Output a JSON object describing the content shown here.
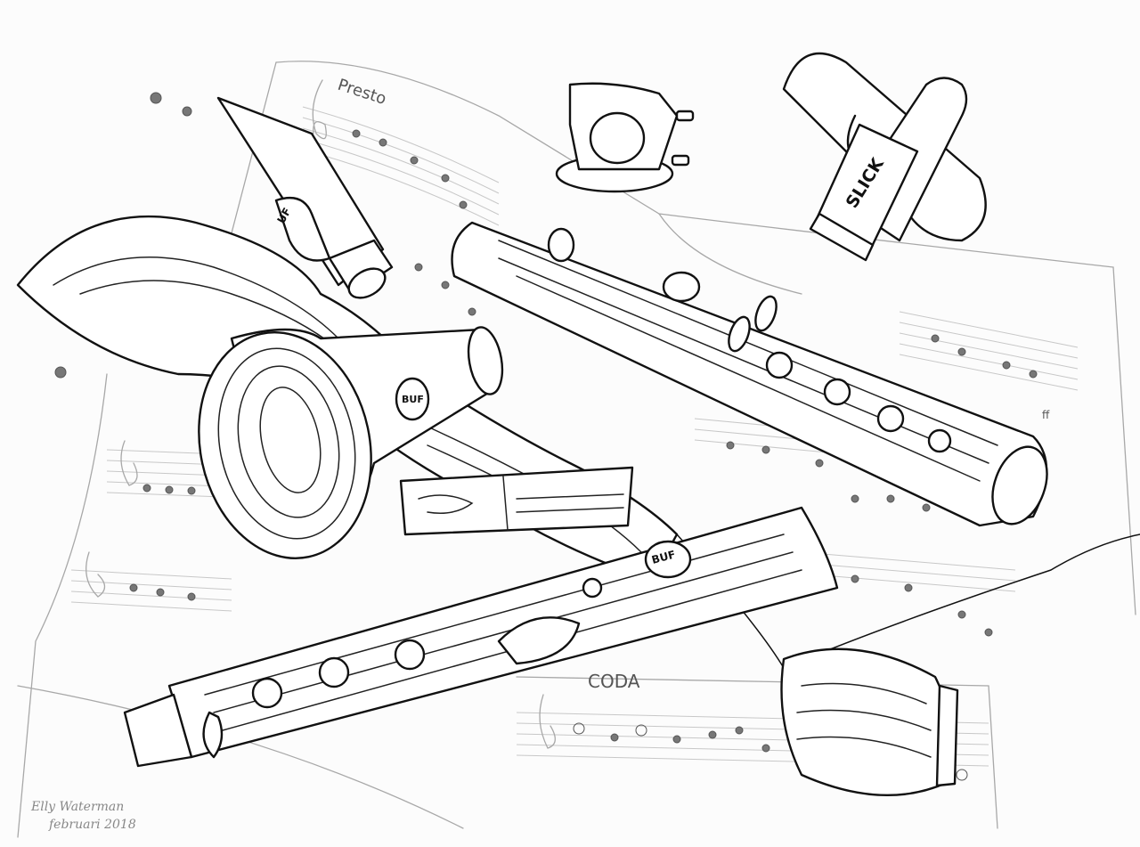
{
  "artwork": {
    "title": "Clarinet parts on sheet music",
    "medium": "pencil and ink line drawing",
    "annotations": {
      "tempo_marking": "Presto",
      "section_marking": "CODA",
      "dynamic_marking": "ff"
    },
    "labels": {
      "bell_brand": "BUF",
      "lower_joint_brand": "BUF",
      "reed_box_brand": "UF",
      "cork_grease_tube": "SLICK"
    },
    "signature": {
      "name": "Elly Waterman",
      "date": "februari 2018"
    },
    "colors": {
      "ink": "#111111",
      "pencil": "#a8a8a8",
      "paper": "#fcfcfc"
    }
  }
}
